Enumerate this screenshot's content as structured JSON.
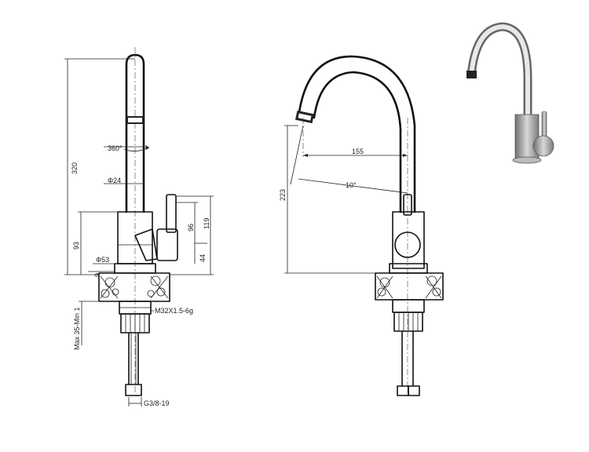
{
  "dimensions": {
    "height_total": "320",
    "rotation": "360°",
    "spout_diameter": "Φ24",
    "base_diameter": "Φ53",
    "body_height": "93",
    "lever_height": "96",
    "body_height_total": "119",
    "base_offset": "9",
    "lever_low": "44",
    "thread": "M32X1.5-6g",
    "counter_thickness": "Max 35-Min 1",
    "hose_thread": "G3/8-19",
    "reach": "155",
    "spout_height": "223",
    "tilt_angle": "10°"
  },
  "colors": {
    "line": "#111111",
    "render_metal": "#9a9a9a"
  }
}
